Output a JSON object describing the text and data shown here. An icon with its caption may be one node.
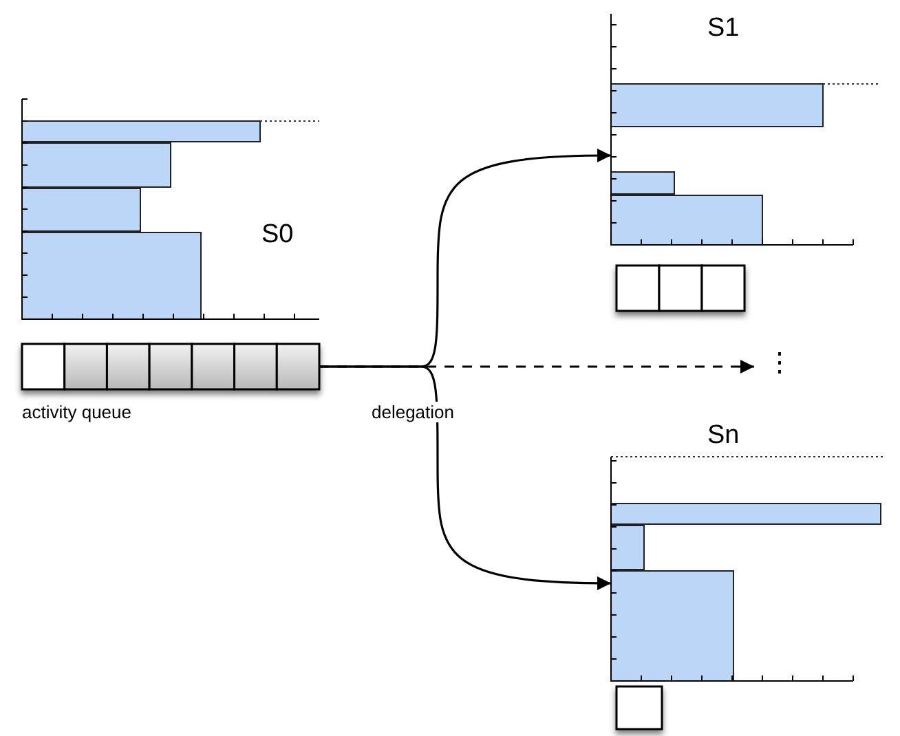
{
  "diagram": {
    "nodes": [
      {
        "text": [],
        "shape": "box",
        "beside": [
          "activity queue"
        ]
      },
      {
        "text": [
          "S1"
        ]
      },
      {
        "text": [
          "⋮"
        ]
      },
      {
        "text": [
          "Sn"
        ]
      }
    ],
    "edges": [
      {
        "from": 0,
        "to": 1,
        "arrow": "to"
      },
      {
        "from": 0,
        "to": 2,
        "arrow": "to",
        "style": "dashed"
      },
      {
        "from": 0,
        "to": 3,
        "arrow": "to",
        "label": "delegation"
      }
    ],
    "labels": [
      "S0"
    ]
  }
}
